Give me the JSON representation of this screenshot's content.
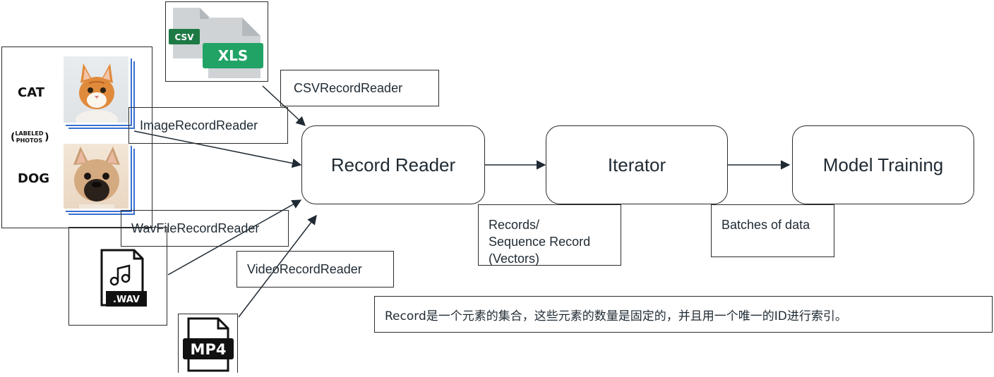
{
  "nodes": {
    "record_reader": "Record Reader",
    "iterator": "Iterator",
    "model_training": "Model Training"
  },
  "readers": {
    "csv": "CSVRecordReader",
    "image": "ImageRecordReader",
    "wav": "WavFileRecordReader",
    "video": "VideoRecordReader"
  },
  "edges": {
    "records_line1": "Records/",
    "records_line2": "Sequence Record",
    "records_line3": "(Vectors)",
    "batches": "Batches of data"
  },
  "photos_panel": {
    "cat": "CAT",
    "labeled_1": "LABELED",
    "labeled_2": "PHOTOS",
    "dog": "DOG"
  },
  "file_icons": {
    "csv": "CSV",
    "xls": "XLS",
    "wav": ".WAV",
    "mp4": "MP4"
  },
  "note": "Record是一个元素的集合，这些元素的数量是固定的，并且用一个唯一的ID进行索引。",
  "colors": {
    "csv_green": "#1e7a45",
    "xls_green": "#21a366",
    "file_grey": "#cfd3d6",
    "photo_border": "#3a6fcf"
  }
}
